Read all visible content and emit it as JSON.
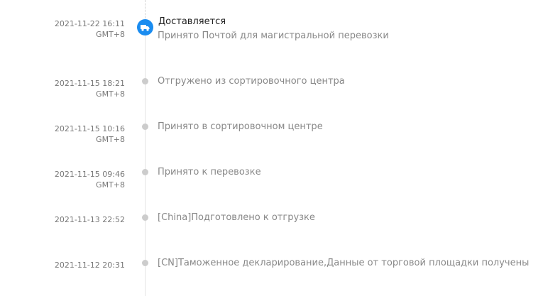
{
  "tracking": {
    "current": {
      "date": "2021-11-22 16:11",
      "tz": "GMT+8",
      "status": "Доставляется",
      "description": "Принято Почтой для магистральной перевозки",
      "icon": "delivery-truck-icon",
      "accent": "#1a8cf0"
    },
    "events": [
      {
        "date": "2021-11-15 18:21",
        "tz": "GMT+8",
        "description": "Отгружено из сортировочного центра"
      },
      {
        "date": "2021-11-15 10:16",
        "tz": "GMT+8",
        "description": "Принято в сортировочном центре"
      },
      {
        "date": "2021-11-15 09:46",
        "tz": "GMT+8",
        "description": "Принято к перевозке"
      },
      {
        "date": "2021-11-13 22:52",
        "description": "[China]Подготовлено к отгрузке"
      },
      {
        "date": "2021-11-12 20:31",
        "description": "[CN]Таможенное декларирование,Данные от торговой площадки получены"
      }
    ]
  }
}
